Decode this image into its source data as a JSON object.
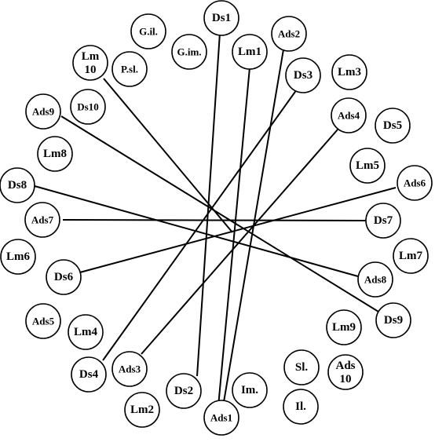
{
  "nodes": [
    {
      "id": "Ds1",
      "label": [
        "Ds1"
      ]
    },
    {
      "id": "Ads2",
      "label": [
        "Ads2"
      ]
    },
    {
      "id": "G.il.",
      "label": [
        "G.il."
      ]
    },
    {
      "id": "G.im.",
      "label": [
        "G.im."
      ]
    },
    {
      "id": "Lm1",
      "label": [
        "Lm1"
      ]
    },
    {
      "id": "Lm10",
      "label": [
        "Lm",
        "10"
      ]
    },
    {
      "id": "P.sl.",
      "label": [
        "P.sl."
      ]
    },
    {
      "id": "Ds3",
      "label": [
        "Ds3"
      ]
    },
    {
      "id": "Lm3",
      "label": [
        "Lm3"
      ]
    },
    {
      "id": "Ads9",
      "label": [
        "Ads9"
      ]
    },
    {
      "id": "Ds10",
      "label": [
        "Ds10"
      ]
    },
    {
      "id": "Ads4",
      "label": [
        "Ads4"
      ]
    },
    {
      "id": "Ds5",
      "label": [
        "Ds5"
      ]
    },
    {
      "id": "Lm8",
      "label": [
        "Lm8"
      ]
    },
    {
      "id": "Lm5",
      "label": [
        "Lm5"
      ]
    },
    {
      "id": "Ds8",
      "label": [
        "Ds8"
      ]
    },
    {
      "id": "Ads6",
      "label": [
        "Ads6"
      ]
    },
    {
      "id": "Ads7",
      "label": [
        "Ads7"
      ]
    },
    {
      "id": "Ds7",
      "label": [
        "Ds7"
      ]
    },
    {
      "id": "Lm6",
      "label": [
        "Lm6"
      ]
    },
    {
      "id": "Lm7",
      "label": [
        "Lm7"
      ]
    },
    {
      "id": "Ds6",
      "label": [
        "Ds6"
      ]
    },
    {
      "id": "Ads8",
      "label": [
        "Ads8"
      ]
    },
    {
      "id": "Ads5",
      "label": [
        "Ads5"
      ]
    },
    {
      "id": "Lm4",
      "label": [
        "Lm4"
      ]
    },
    {
      "id": "Lm9",
      "label": [
        "Lm9"
      ]
    },
    {
      "id": "Ds9",
      "label": [
        "Ds9"
      ]
    },
    {
      "id": "Ds4",
      "label": [
        "Ds4"
      ]
    },
    {
      "id": "Ads3",
      "label": [
        "Ads3"
      ]
    },
    {
      "id": "Sl.",
      "label": [
        "Sl."
      ]
    },
    {
      "id": "Ads10",
      "label": [
        "Ads",
        "10"
      ]
    },
    {
      "id": "Ds2",
      "label": [
        "Ds2"
      ]
    },
    {
      "id": "Im.",
      "label": [
        "Im."
      ]
    },
    {
      "id": "Lm2",
      "label": [
        "Lm2"
      ]
    },
    {
      "id": "Il.",
      "label": [
        "Il."
      ]
    },
    {
      "id": "Ads1",
      "label": [
        "Ads1"
      ]
    }
  ],
  "links": [
    {
      "from": "Ds1",
      "to": "Ds2"
    },
    {
      "from": "Lm1",
      "to": "Lm2"
    },
    {
      "from": "Ads2",
      "to": "Ads1"
    },
    {
      "from": "Ds3",
      "to": "Ds4"
    },
    {
      "from": "Ads4",
      "to": "Ads3"
    },
    {
      "from": "Ads6",
      "to": "Ds6"
    },
    {
      "from": "Ads7",
      "to": "Ds7"
    },
    {
      "from": "Ds8",
      "to": "Ads8"
    },
    {
      "from": "Ads9",
      "to": "Ds9"
    },
    {
      "from": "Lm10",
      "to": "Ads1"
    }
  ]
}
